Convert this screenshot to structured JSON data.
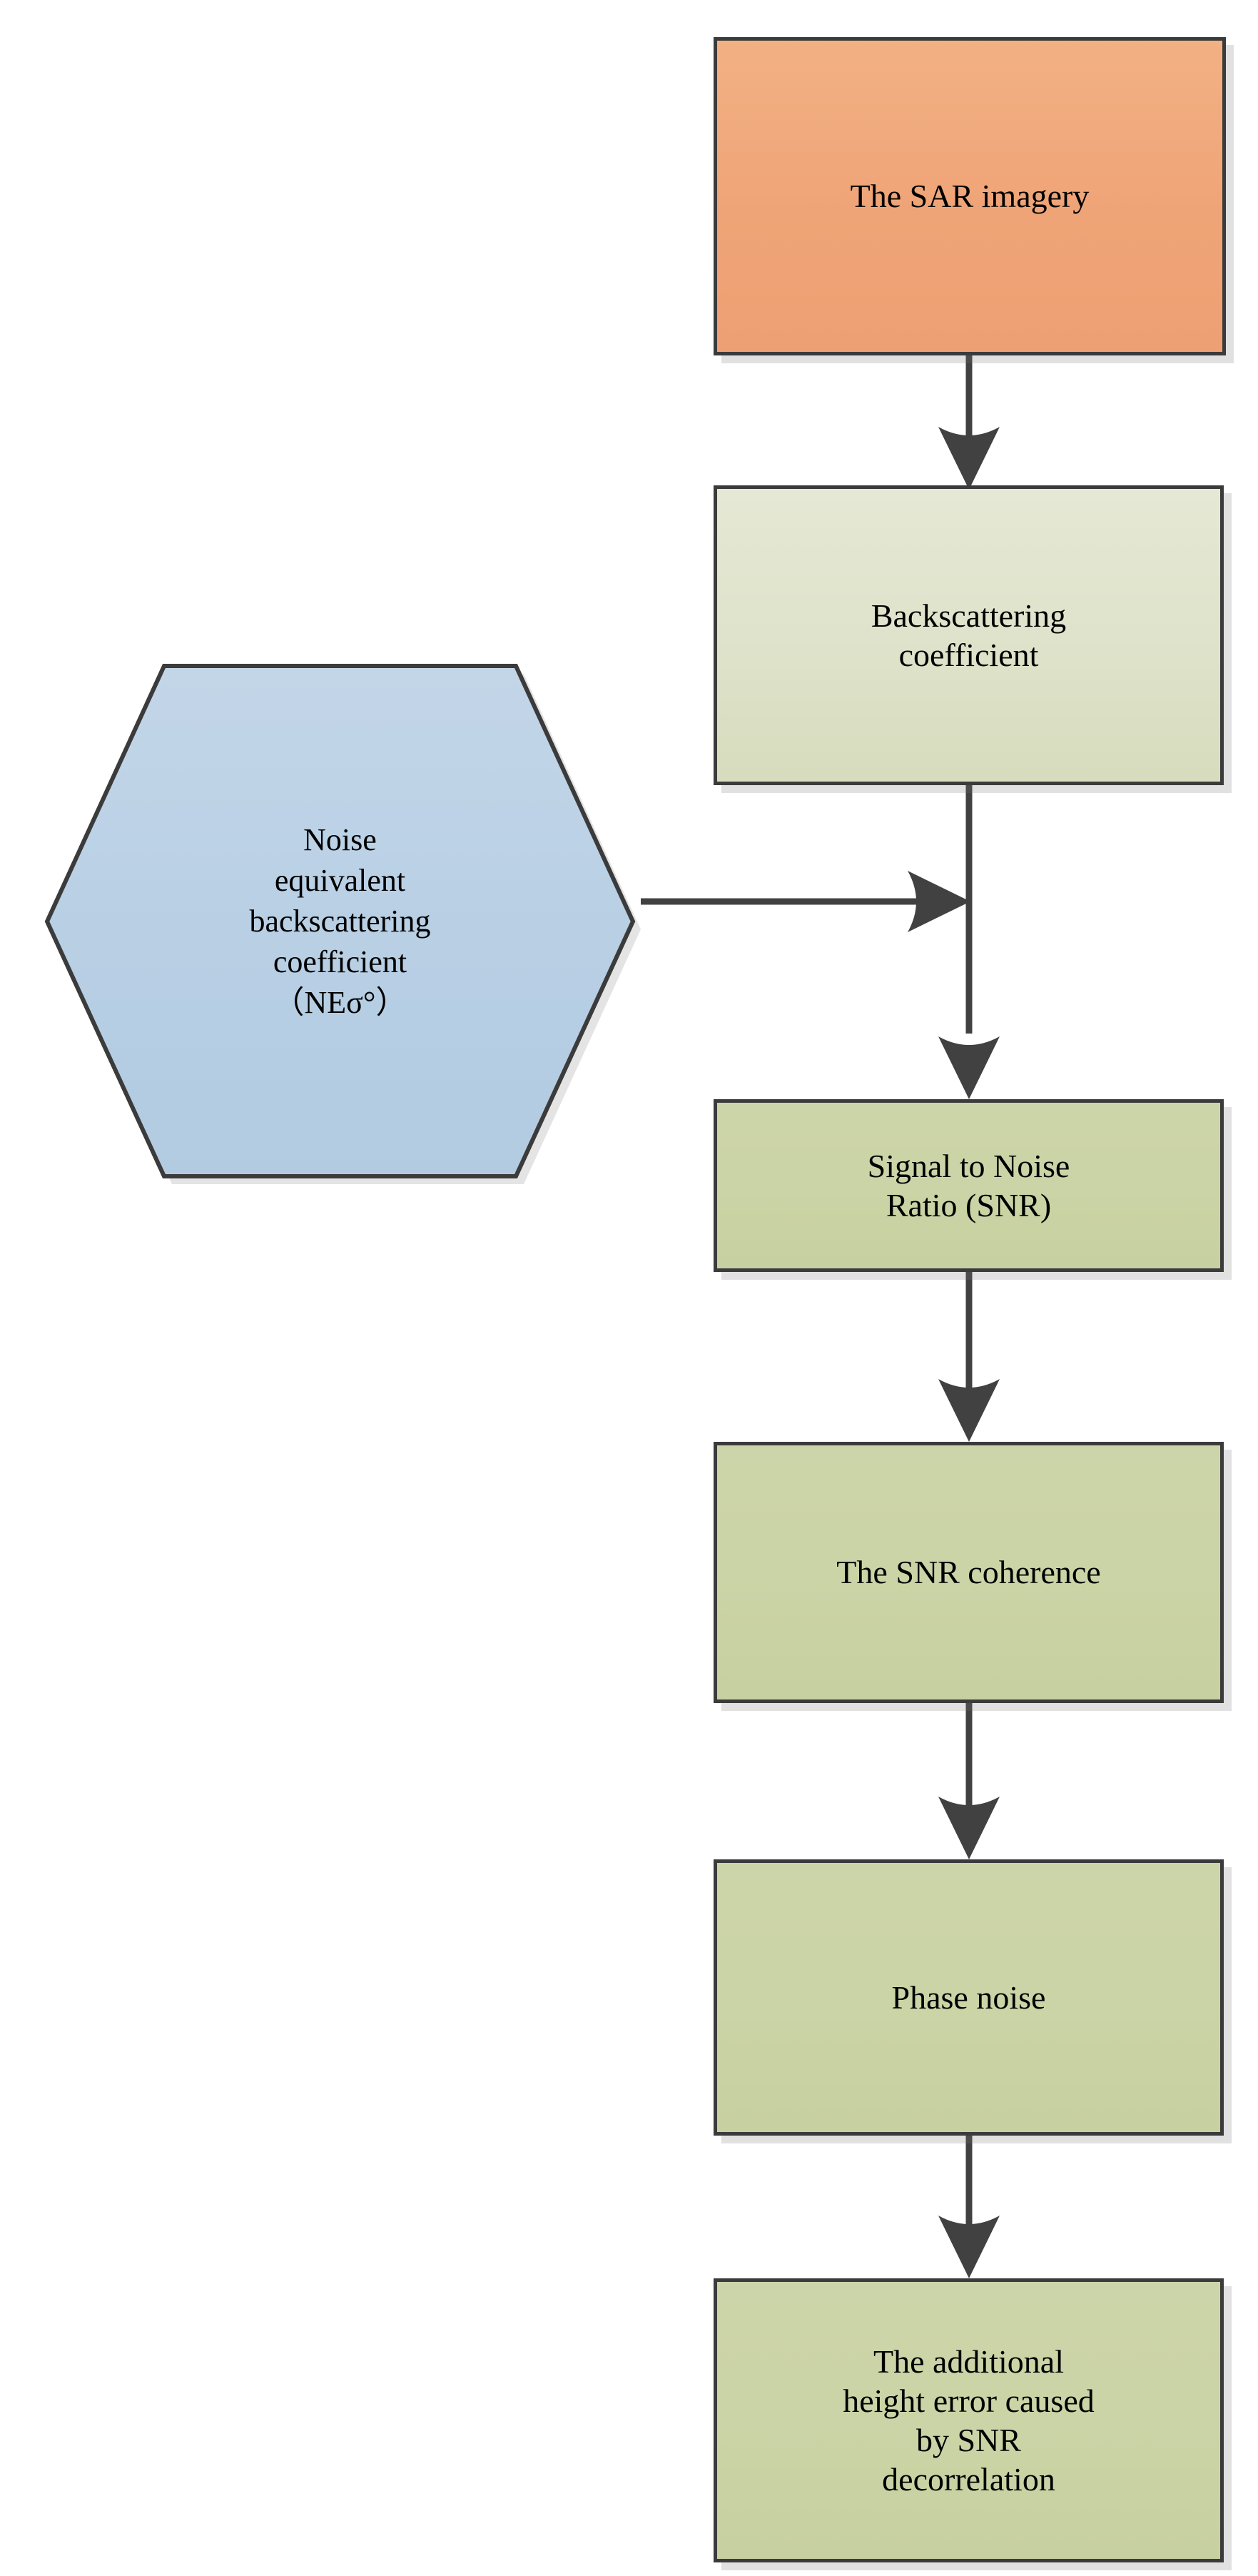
{
  "diagram": {
    "title": "SAR SNR decorrelation height-error flowchart",
    "background_color": "#ffffff",
    "line_color": "#414141",
    "colors": {
      "source_node_fill": "#efa477",
      "process_node_fill_light": "#dfe3cb",
      "process_node_fill": "#cbd4a6",
      "input_node_fill": "#b9d0e4",
      "node_border": "#3b3b3b",
      "shadow": "#c8c8c8"
    },
    "nodes": [
      {
        "id": "sar-imagery",
        "shape": "rectangle",
        "label": "The SAR imagery",
        "fill": "#efa477"
      },
      {
        "id": "backscattering-coefficient",
        "shape": "rectangle",
        "label": "Backscattering\ncoefficient",
        "fill": "#dfe3cb"
      },
      {
        "id": "noise-equivalent-backscattering-coefficient",
        "shape": "hexagon",
        "label": "Noise\nequivalent\nbackscattering\ncoefficient\n（NEσ°）",
        "fill": "#b9d0e4"
      },
      {
        "id": "signal-to-noise-ratio",
        "shape": "rectangle",
        "label": "Signal to Noise\nRatio (SNR)",
        "fill": "#cbd4a6"
      },
      {
        "id": "snr-coherence",
        "shape": "rectangle",
        "label": "The SNR  coherence",
        "fill": "#cbd4a6"
      },
      {
        "id": "phase-noise",
        "shape": "rectangle",
        "label": "Phase noise",
        "fill": "#cbd4a6"
      },
      {
        "id": "additional-height-error",
        "shape": "rectangle",
        "label": "The additional\nheight error caused\nby SNR\ndecorrelation",
        "fill": "#cbd4a6"
      }
    ],
    "edges": [
      {
        "id": "e1",
        "from": "sar-imagery",
        "to": "backscattering-coefficient",
        "direction": "down",
        "arrow": true
      },
      {
        "id": "e2",
        "from": "backscattering-coefficient",
        "to": "signal-to-noise-ratio",
        "direction": "down",
        "arrow": true
      },
      {
        "id": "e3",
        "from": "noise-equivalent-backscattering-coefficient",
        "to": "signal-to-noise-ratio",
        "direction": "right",
        "arrow": true
      },
      {
        "id": "e4",
        "from": "signal-to-noise-ratio",
        "to": "snr-coherence",
        "direction": "down",
        "arrow": true
      },
      {
        "id": "e5",
        "from": "snr-coherence",
        "to": "phase-noise",
        "direction": "down",
        "arrow": true
      },
      {
        "id": "e6",
        "from": "phase-noise",
        "to": "additional-height-error",
        "direction": "down",
        "arrow": true
      }
    ]
  }
}
